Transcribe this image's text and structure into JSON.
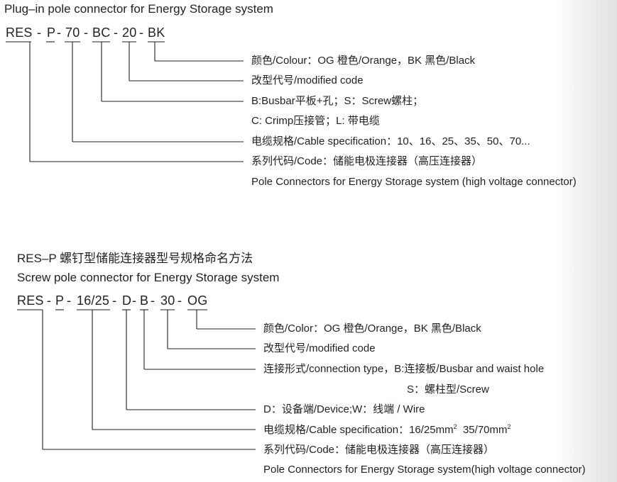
{
  "sections": [
    {
      "title": "Plug–in pole connector for Energy Storage system",
      "code": [
        "RES",
        "-",
        "P",
        "-",
        "70",
        "-",
        "BC",
        "-",
        "20",
        "-",
        "BK"
      ],
      "descriptions": [
        "颜色/Colour：OG 橙色/Orange，BK 黑色/Black",
        "改型代号/modified code",
        "B:Busbar平板+孔；S：Screw螺柱；",
        "C: Crimp压接管；L: 带电缆",
        "电缆规格/Cable specification：10、16、25、35、50、70...",
        "系列代码/Code：储能电极连接器（高压连接器）",
        "Pole Connectors for Energy Storage system (high voltage connector)"
      ]
    },
    {
      "title_cn": "RES–P 螺钉型储能连接器型号规格命名方法",
      "title": "Screw pole connector for Energy Storage system",
      "code": [
        "RES",
        "-",
        "P",
        "-",
        "16/25",
        "-",
        "D",
        "-",
        "B",
        "-",
        "30",
        "-",
        "OG"
      ],
      "descriptions": [
        "颜色/Color：OG 橙色/Orange，BK 黑色/Black",
        "改型代号/modified code",
        "连接形式/connection type，B:连接板/Busbar and waist hole",
        "S：螺柱型/Screw",
        "D：设备端/Device;W：线端 / Wire",
        "电缆规格/Cable specification：16/25mm",
        "35/70mm",
        "系列代码/Code：储能电极连接器（高压连接器）",
        "Pole Connectors for Energy Storage system(high voltage connector)"
      ],
      "superscript": "2"
    }
  ]
}
